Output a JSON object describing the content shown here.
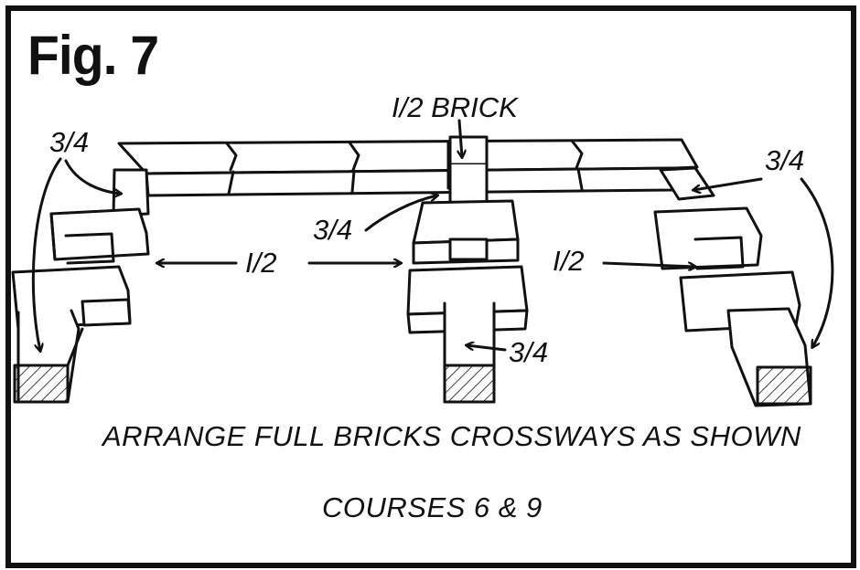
{
  "figure": {
    "title": "Fig. 7",
    "labels": {
      "half_brick": "I/2 BRICK",
      "three_quarter_top_left": "3/4",
      "three_quarter_top_right": "3/4",
      "three_quarter_center": "3/4",
      "three_quarter_bottom_center": "3/4",
      "half_left": "I/2",
      "half_right": "I/2"
    },
    "caption_line1": "ARRANGE FULL BRICKS CROSSWAYS AS SHOWN",
    "caption_line2": "COURSES 6 & 9"
  },
  "colors": {
    "ink": "#111111",
    "paper": "#ffffff"
  }
}
